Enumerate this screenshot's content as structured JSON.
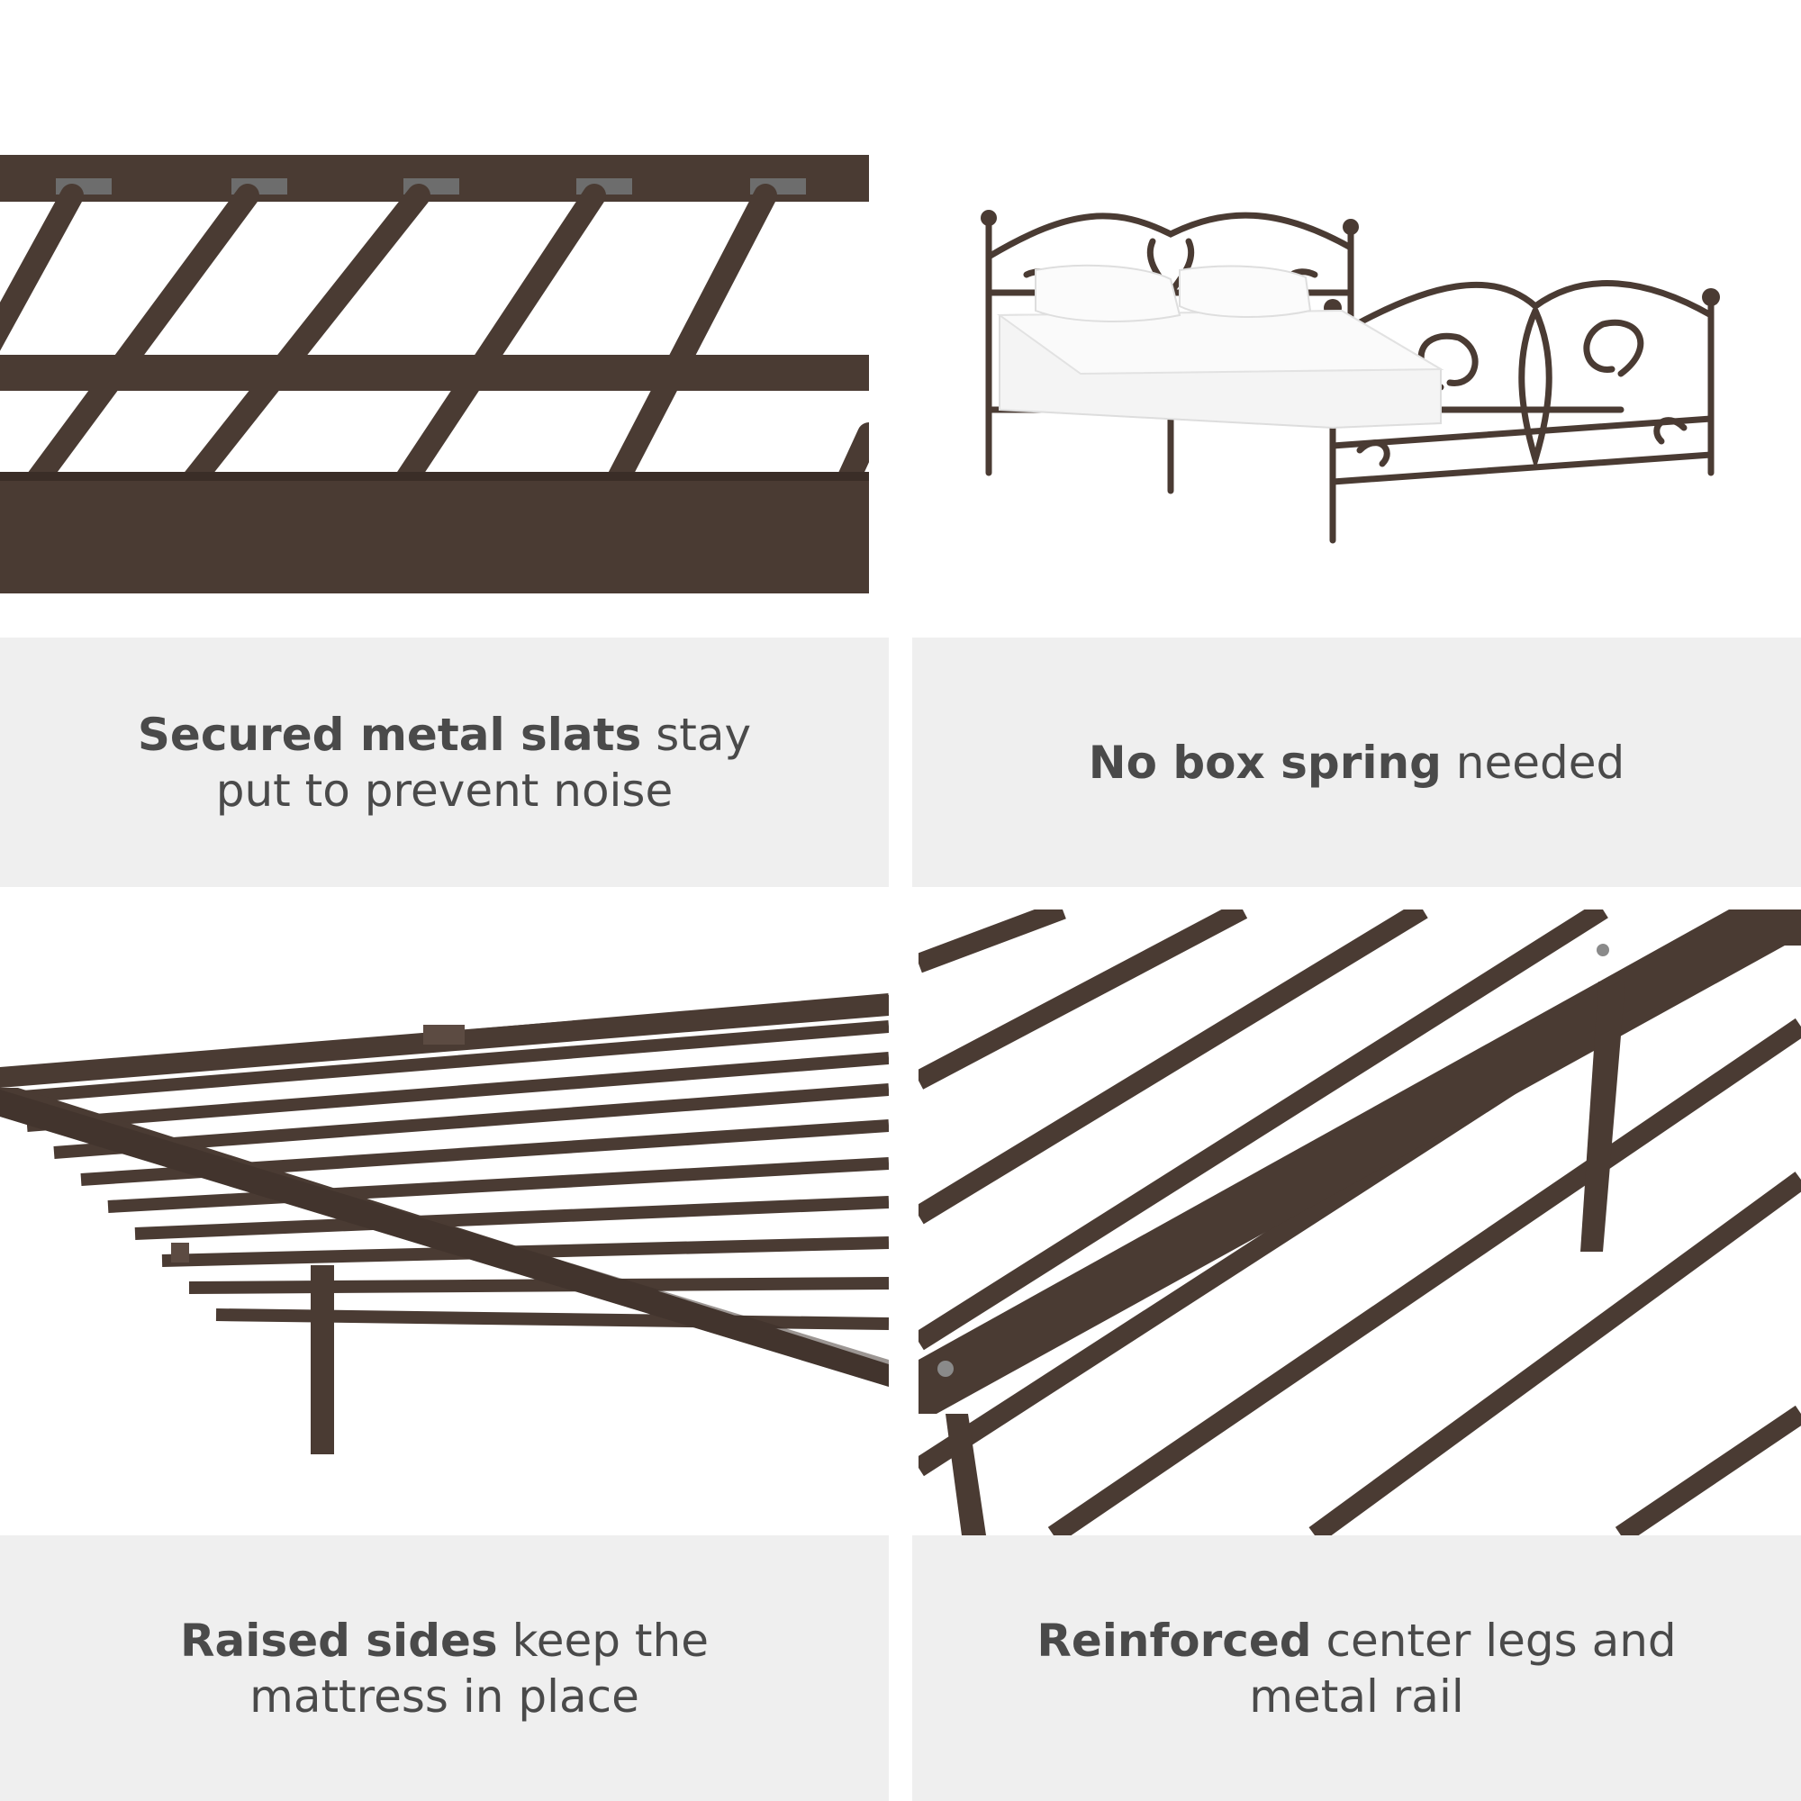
{
  "captions": {
    "top_left": {
      "bold": "Secured metal slats",
      "rest": " stay put to prevent noise"
    },
    "top_right": {
      "bold": "No box spring",
      "rest": " needed"
    },
    "bottom_left": {
      "bold": "Raised sides",
      "rest": " keep the mattress in place"
    },
    "bottom_right": {
      "bold": "Reinforced",
      "rest": " center legs and metal rail"
    }
  },
  "colors": {
    "metal": "#4a3b33",
    "metal_dark": "#3a2d27",
    "caption_bg": "#efefef",
    "caption_text": "#4a4a4a",
    "linen": "#f4f4f4"
  }
}
